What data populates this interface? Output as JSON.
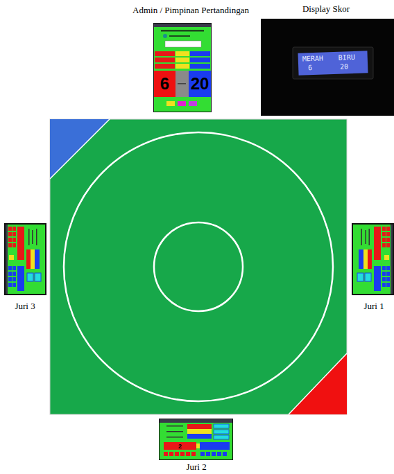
{
  "diagram": {
    "nodes": [
      {
        "text": [
          "Admin / Pimpinan Pertandingan"
        ]
      },
      {
        "text": [
          "6"
        ],
        "in": 0
      },
      {
        "text": [
          "20"
        ],
        "in": 0
      },
      {
        "text": [
          "Display Skor"
        ]
      },
      {
        "text": [
          "MERAH",
          "BIRU",
          "6",
          "20"
        ],
        "in": 3
      },
      {
        "text": [
          "Juri 3"
        ]
      },
      {
        "text": [
          "Juri 1"
        ]
      },
      {
        "text": [
          "Juri 2"
        ]
      },
      {
        "text": [
          "2"
        ],
        "in": 7
      }
    ]
  }
}
